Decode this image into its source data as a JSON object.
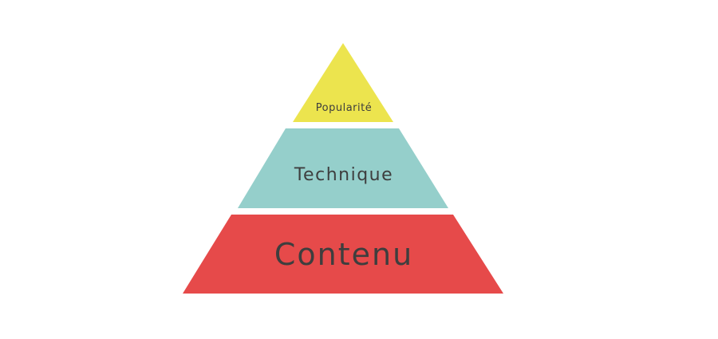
{
  "pyramid": {
    "levels": [
      {
        "label": "Popularité",
        "color": "#ECE44E"
      },
      {
        "label": "Technique",
        "color": "#95CFCB"
      },
      {
        "label": "Contenu",
        "color": "#E64A4A"
      }
    ]
  }
}
